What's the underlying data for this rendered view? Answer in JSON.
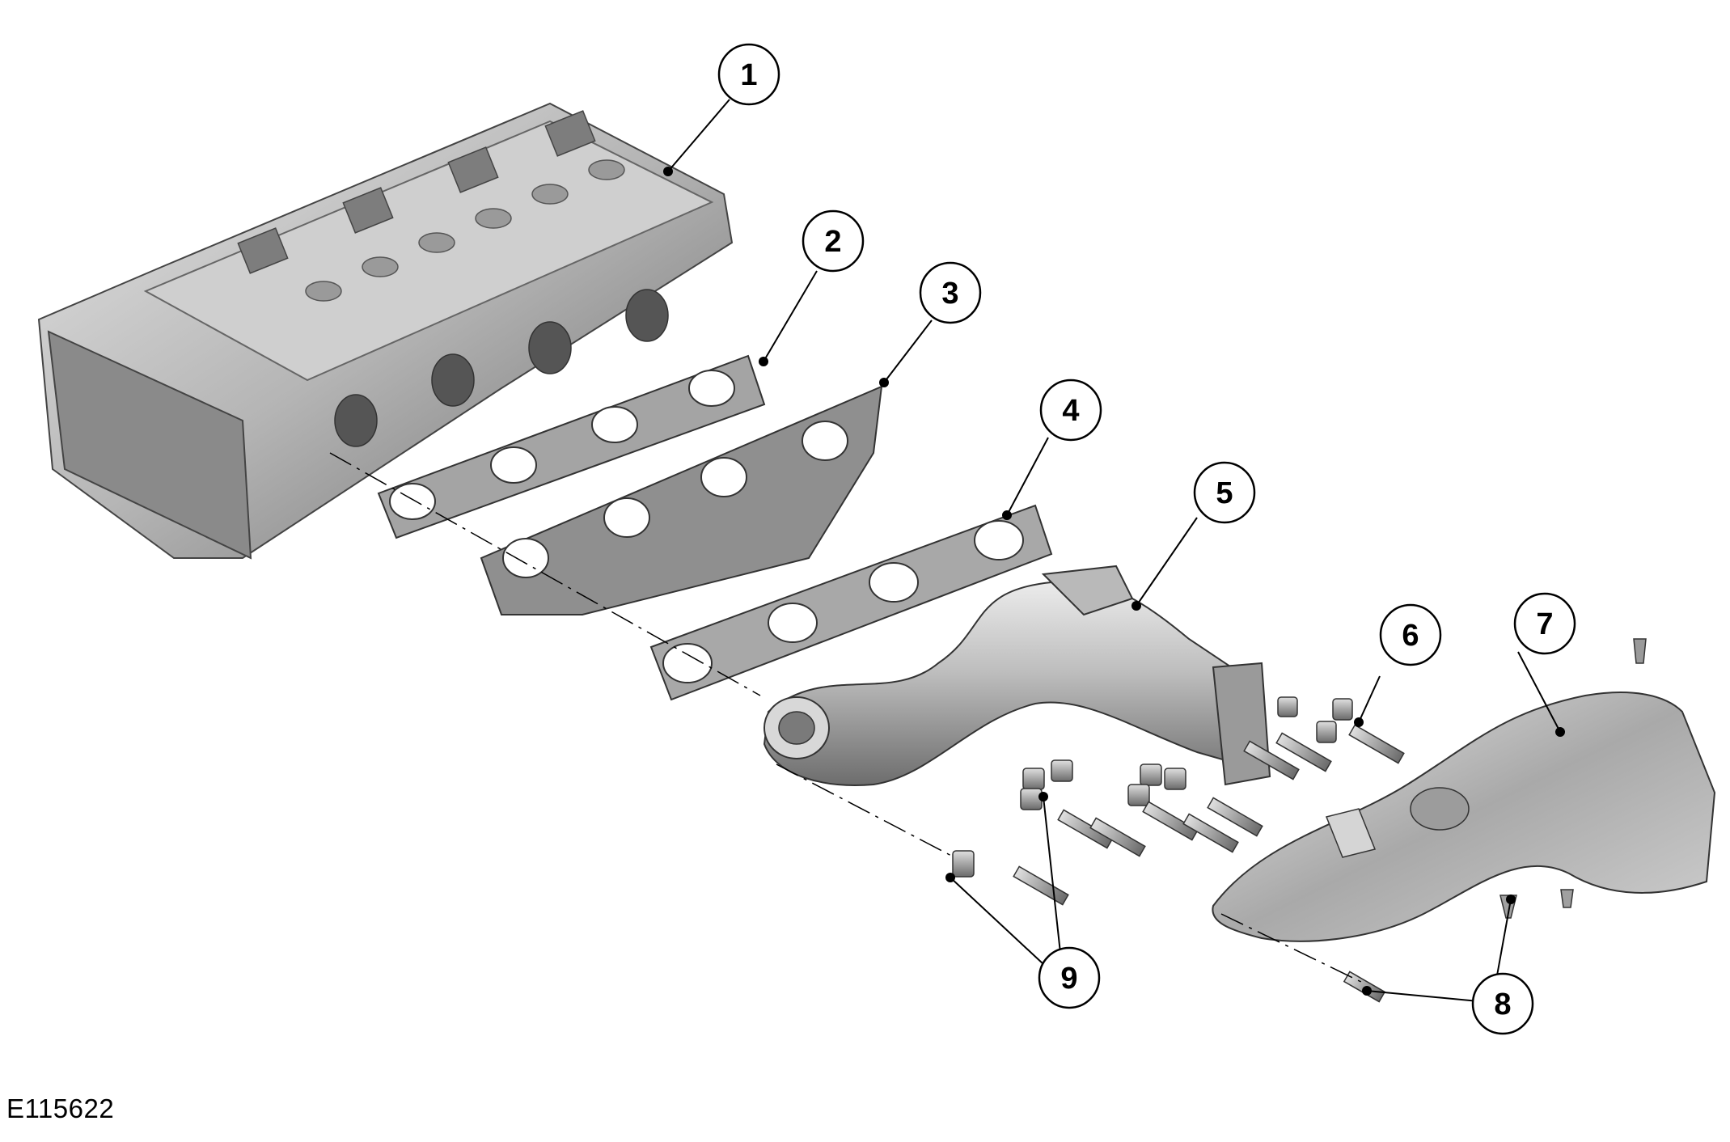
{
  "figure_id": "E115622",
  "callouts": [
    {
      "label": "1",
      "part": "cylinder-head"
    },
    {
      "label": "2",
      "part": "gasket-inner"
    },
    {
      "label": "3",
      "part": "heat-shield-plate"
    },
    {
      "label": "4",
      "part": "gasket-outer"
    },
    {
      "label": "5",
      "part": "exhaust-manifold"
    },
    {
      "label": "6",
      "part": "manifold-studs-nuts"
    },
    {
      "label": "7",
      "part": "manifold-heat-shield"
    },
    {
      "label": "8",
      "part": "heat-shield-bolts"
    },
    {
      "label": "9",
      "part": "manifold-spacers-bolts"
    }
  ],
  "colors": {
    "line": "#000000",
    "metal_light": "#d9d9d9",
    "metal_mid": "#a8a8a8",
    "metal_dark": "#5a5a5a"
  }
}
